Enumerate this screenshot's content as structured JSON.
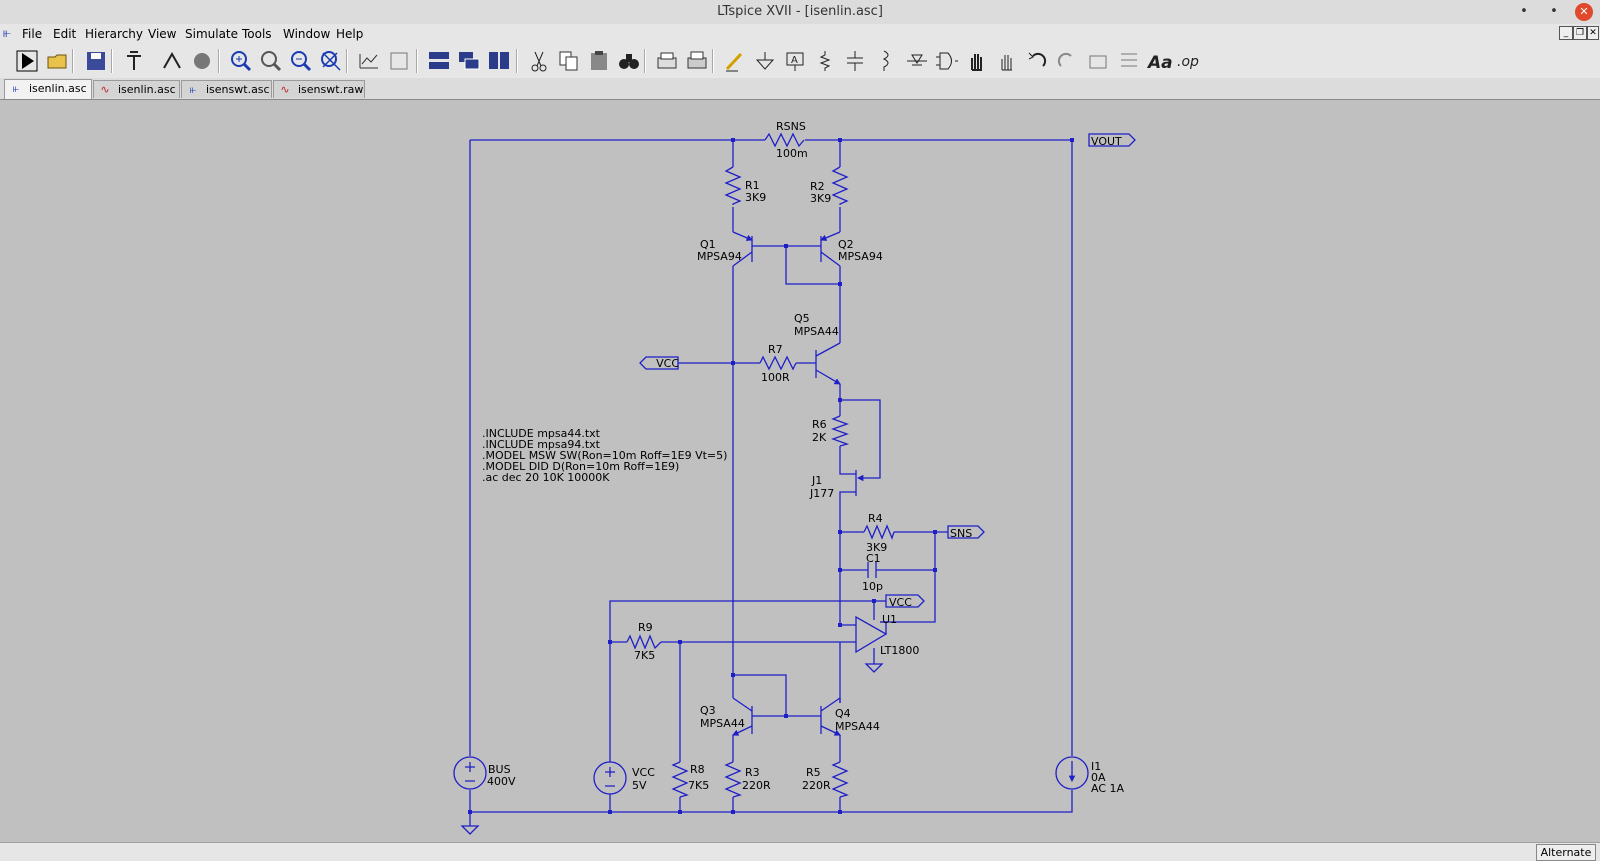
{
  "window": {
    "title": "LTspice XVII - [isenlin.asc]",
    "minimize": "•",
    "maximize": "•",
    "close": "✕"
  },
  "menu": [
    "File",
    "Edit",
    "Hierarchy",
    "View",
    "Simulate",
    "Tools",
    "Window",
    "Help"
  ],
  "tabs": [
    {
      "label": "isenlin.asc",
      "icon": "schematic-icon",
      "active": true
    },
    {
      "label": "isenlin.asc",
      "icon": "waveform-icon",
      "active": false
    },
    {
      "label": "isenswt.asc",
      "icon": "schematic-icon",
      "active": false
    },
    {
      "label": "isenswt.raw",
      "icon": "waveform-icon",
      "active": false
    }
  ],
  "toolbar": [
    "run-icon",
    "open-icon",
    "save-icon",
    "control-panel-icon",
    "halt-icon",
    "pause-icon",
    "zoom-in-icon",
    "pan-icon",
    "zoom-out-icon",
    "zoom-fit-icon",
    "autoscale-icon",
    "delete-plot-icon",
    "tile-horizontal-icon",
    "cascade-icon",
    "tile-vertical-icon",
    "cut-icon",
    "copy-icon",
    "paste-icon",
    "find-icon",
    "print-icon",
    "print-setup-icon",
    "wire-icon",
    "ground-icon",
    "label-icon",
    "resistor-icon",
    "capacitor-icon",
    "inductor-icon",
    "diode-icon",
    "component-icon",
    "move-icon",
    "drag-icon",
    "undo-icon",
    "redo-icon",
    "rotate-icon",
    "mirror-icon",
    "text-icon",
    "spice-directive-icon"
  ],
  "schematic": {
    "labels": {
      "rsns_name": "RSNS",
      "rsns_value": "100m",
      "r1_name": "R1",
      "r1_value": "3K9",
      "r2_name": "R2",
      "r2_value": "3K9",
      "q1_name": "Q1",
      "q1_model": "MPSA94",
      "q2_name": "Q2",
      "q2_model": "MPSA94",
      "q5_name": "Q5",
      "q5_model": "MPSA44",
      "r7_name": "R7",
      "r7_value": "100R",
      "r6_name": "R6",
      "r6_value": "2K",
      "j1_name": "J1",
      "j1_model": "J177",
      "r4_name": "R4",
      "r4_value": "3K9",
      "c1_name": "C1",
      "c1_value": "10p",
      "u1_name": "U1",
      "u1_model": "LT1800",
      "r9_name": "R9",
      "r9_value": "7K5",
      "r8_name": "R8",
      "r8_value": "7K5",
      "q3_name": "Q3",
      "q3_model": "MPSA44",
      "q4_name": "Q4",
      "q4_model": "MPSA44",
      "r3_name": "R3",
      "r3_value": "220R",
      "r5_name": "R5",
      "r5_value": "220R",
      "bus_name": "BUS",
      "bus_value": "400V",
      "vcc_name": "VCC",
      "vcc_value": "5V",
      "i1_name": "I1",
      "i1_value": "0A",
      "i1_ac": "AC 1A"
    },
    "net_labels": {
      "vout": "VOUT",
      "vcc_left": "VCC",
      "vcc_opamp": "VCC",
      "sns": "SNS"
    },
    "directives": [
      ".INCLUDE mpsa44.txt",
      ".INCLUDE mpsa94.txt",
      ".MODEL MSW SW(Ron=10m Roff=1E9 Vt=5)",
      ".MODEL DID D(Ron=10m Roff=1E9)",
      ".ac dec 20 10K 10000K"
    ]
  },
  "status": {
    "mode": "Alternate"
  },
  "colors": {
    "wire": "#1f1fc8",
    "component": "#1f1fc8",
    "canvas": "#c0c0c0"
  }
}
